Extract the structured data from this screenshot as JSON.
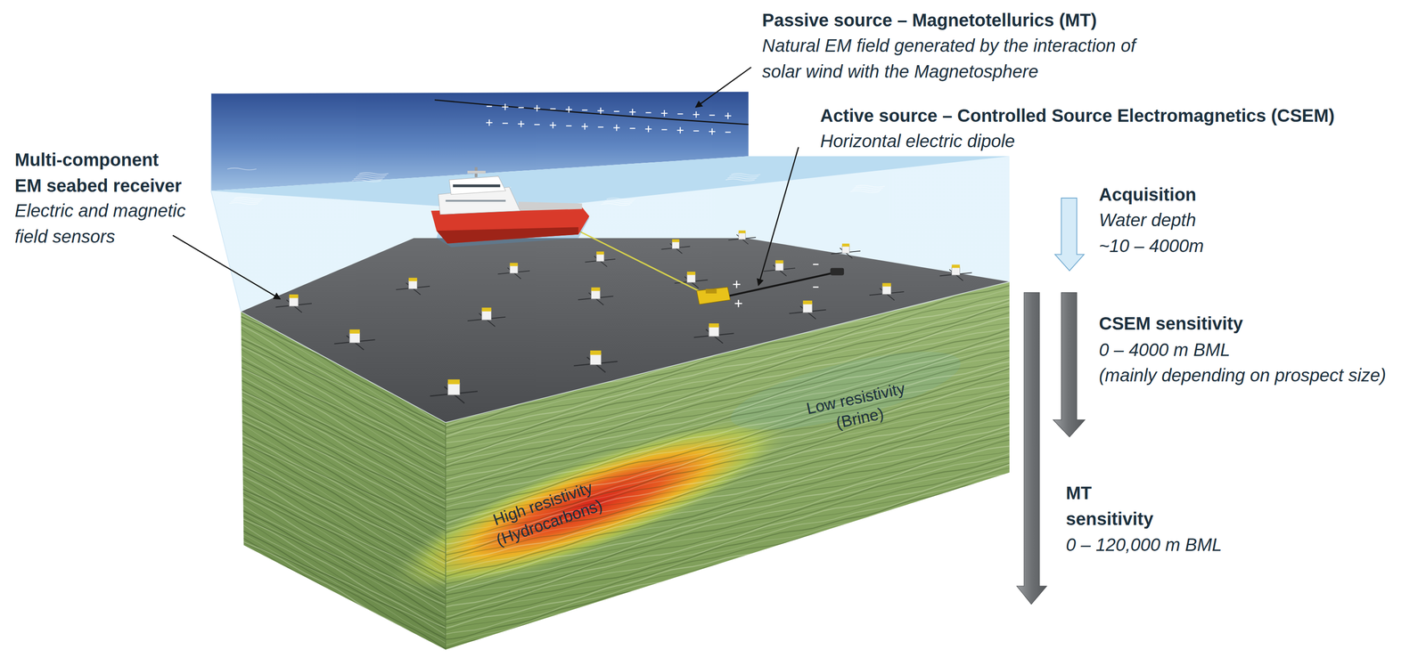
{
  "diagram": {
    "labels": [
      "Passive source – Magnetotellurics (MT)",
      "Natural EM field generated by the interaction of solar wind with the Magnetosphere",
      "Active source – Controlled Source Electromagnetics (CSEM)",
      "Horizontal electric dipole",
      "Multi-component EM seabed receiver",
      "Electric and magnetic field sensors",
      "Acquisition",
      "Water depth ~10 – 4000m",
      "CSEM sensitivity",
      "0 – 4000 m BML",
      "(mainly depending on prospect size)",
      "MT sensitivity",
      "0 – 120,000 m BML",
      "High resistivity (Hydrocarbons)",
      "Low resistivity (Brine)"
    ]
  }
}
